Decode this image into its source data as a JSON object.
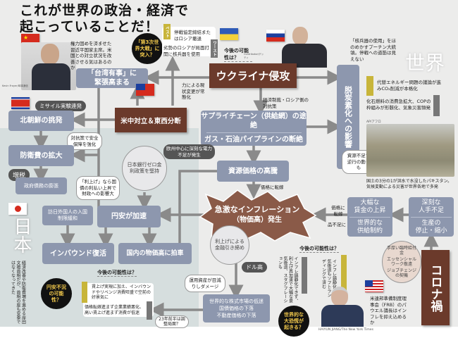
{
  "title": {
    "line1": "これが世界の政治・経済で",
    "line2": "起こっていることだ！"
  },
  "world": {
    "label": "世界"
  },
  "japan": {
    "label": "日本",
    "note": "経済改善や防衛費増を進める岸田文雄首相だが、首相の座も安泰ではなくなってきた"
  },
  "china": {
    "caption": "権力固めを済ませた習近平国家主席。米国との対立状況を改善させる気はあるのか",
    "credit": "Kevin Frayer/時事通信"
  },
  "ww3": "「第3次世界大戦」に突入？",
  "ukraine_outlook": {
    "best": "停戦協定締結またはロシア撤退",
    "worst": "劣勢のロシアが局面打開に核兵器を使用",
    "question": "今後の可能性は？",
    "best_tag": "ベスト",
    "worst_tag": "ワースト"
  },
  "putin": {
    "caption": "「核兵器の使用」をほのめかすプーチン大統領。停戦への道筋は見えない",
    "credit": "Contributor/ゲッティ"
  },
  "nodes": {
    "ukraine": "ウクライナ侵攻",
    "taiwan1": "「台湾有事」に",
    "taiwan2": "緊張高まる",
    "force": "力による現状変更が常態化",
    "uschina": "米中対立＆東西分断",
    "missile": "ミサイル実験連発",
    "nk": "北朝鮮の挑発",
    "security": "対抗策で安全保障を強化",
    "defense": "防衛費の拡大",
    "tax": "増税",
    "debt": "政府債務の膨張",
    "rate_bubble": "「利上げ」なら国債の利払い上昇で財政への影響大",
    "boj": "日本銀行ゼロ金利政策を堅持",
    "visitors": "訪日外国人の入国制限緩和",
    "yen": "円安が加速",
    "inbound": "インバウンド復活",
    "domestic": "国内の物価高に拍車",
    "sanctions": "経済制裁・ロシア側の対抗策",
    "supply": "サプライチェーン（供給網）の途絶",
    "gas": "ガス・石油パイプラインの断絶",
    "power": "欧州中心に深刻な電力不足が発生",
    "resource": "資源価格の高騰",
    "pass1": "価格に転嫁",
    "inflation1": "急激なインフレーション",
    "inflation2": "（物価高）発生",
    "tightening": "利上げによる金融引き締め",
    "dollar": "ドル高",
    "assets": "運用資産が目減りしダメージ",
    "market1": "世界的な株式市場の低迷",
    "market2": "国債価格の下落",
    "market3": "不動産価格の下落",
    "decarb": "脱炭素化への影響",
    "reverse": "資源不足で逆行の動きも",
    "wage1": "大幅な",
    "wage2": "賃金の上昇",
    "supplyc1": "世界的な",
    "supplyc2": "供給制約",
    "labor1": "深刻な",
    "labor2": "人手不足",
    "prod1": "生産の",
    "prod2": "停止・縮小",
    "pass2": "価格に転嫁",
    "shortage": "品不足に",
    "corona": "コロナ禍",
    "corona_causes": [
      "手厚い臨時給付金",
      "エッセンシャルワーク敬遠",
      "ジョブチェンジの契機"
    ]
  },
  "energy": {
    "best": "代替エネルギー問題の議論が進みCO₂削減が本格化",
    "worst": "化石燃料の消費急拡大、COPの枠組みが形骸化、気象災害頻発",
    "photo_credit": "AP/アフロ",
    "photo_caption": "国土の3分の1が洪水で水没したパキスタン。気候変動による災害が世界各地で多発"
  },
  "japan_outlook": {
    "question": "今後の可能性は？",
    "best": "賃上げ実現に加え、インバウンドやリベンジ消費旺盛で空前の好景気に",
    "worst": "価格転嫁進まず企業業績悪化、高い賃上げ進まず消費が低迷",
    "recession": "円安不況の可能性？",
    "adjust": "23年前半は調整局面？"
  },
  "us_outlook": {
    "question": "今後の可能性は？",
    "worst": "インフレ鎮静化できず、利上げ再加速で大幅な景気後退、スタグフレーションも",
    "best": "インフレ鎮静化、景気後退もソフトランディングで済む",
    "depression": "世界的な大恐慌が起きる？"
  },
  "powell": {
    "caption": "米連邦準備制度理事会（FRB）のパウエル議長はインフレを抑え込めるか",
    "credit": "HAIYUN JIANG/The New York Times"
  },
  "colors": {
    "box": "#8d97ae",
    "brown": "#6b3a2b",
    "best": "#c8b53a",
    "worst": "#777777"
  }
}
